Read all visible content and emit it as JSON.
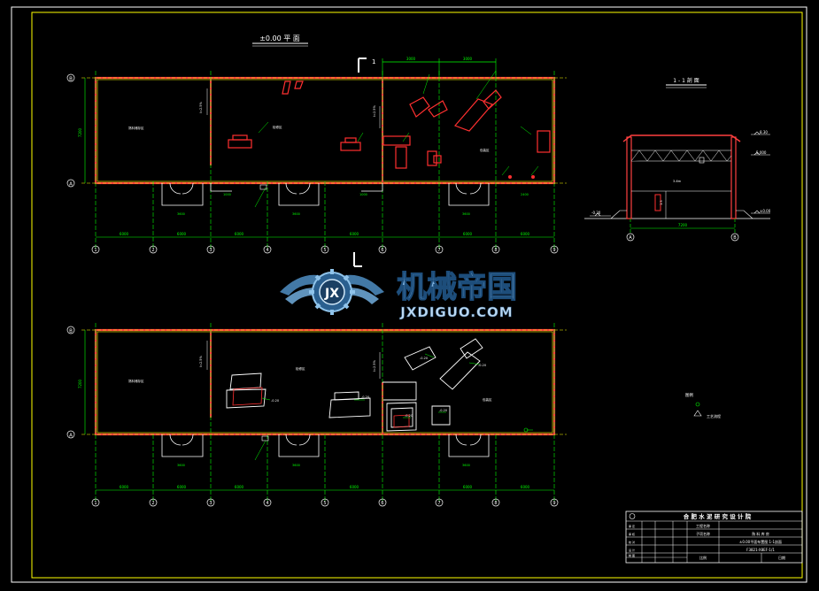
{
  "drawing": {
    "plan_top_title": "±0.00 平 面",
    "plan_bottom_title": "",
    "section_title": "1 - 1 剖 面",
    "cut_mark": "1",
    "axis_row_labels": [
      "B",
      "A"
    ],
    "axis_col_labels": [
      "1",
      "2",
      "3",
      "4",
      "5",
      "6",
      "7",
      "8",
      "9"
    ],
    "section_axis_labels": [
      "B",
      "A"
    ],
    "elev_left": "-0.30",
    "elev_right": "±0.00",
    "elev_top": "8.30",
    "elev_mid": "5.000",
    "legend_title": "图例",
    "legend_item": "工艺流程"
  },
  "title_block": {
    "institute": "合 肥 水 泥 研 究 设 计 院",
    "project_name": "工程名称",
    "project_value": "",
    "sub_project": "子项名称",
    "sub_value": "熟 料 库 房",
    "drawing_name": "±0.00平面布置图  1-1剖面",
    "drawing_no": "F3821-X8EF-1/1",
    "scale_label": "比例",
    "date_label": "日期"
  },
  "watermark": {
    "cn": "机械帝国",
    "en": "JXDIGUO.COM"
  }
}
